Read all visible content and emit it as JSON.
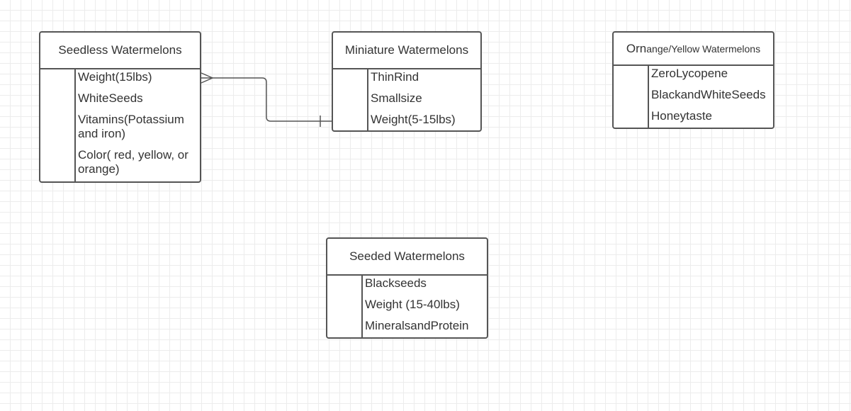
{
  "entities": {
    "seedless": {
      "title": "Seedless Watermelons",
      "attributes": [
        "Weight(15lbs)",
        "WhiteSeeds",
        "Vitamins(Potassium and iron)",
        "Color( red, yellow, or orange)"
      ]
    },
    "miniature": {
      "title": "Miniature Watermelons",
      "attributes": [
        "ThinRind",
        "Smallsize",
        "Weight(5-15lbs)"
      ]
    },
    "orange": {
      "title_big": "Orn",
      "title_small": "ange/Yellow Watermelons",
      "attributes": [
        "ZeroLycopene",
        "BlackandWhiteSeeds",
        "Honeytaste"
      ]
    },
    "seeded": {
      "title": "Seeded Watermelons",
      "attributes": [
        "Blackseeds",
        "Weight (15-40lbs)",
        "MineralsandProtein"
      ]
    }
  },
  "relationships": [
    {
      "from": "Seedless Watermelons",
      "from_cardinality": "many",
      "to": "Miniature Watermelons",
      "to_cardinality": "one"
    }
  ],
  "colors": {
    "border": "#555555",
    "grid": "#ececec",
    "text": "#333333"
  }
}
